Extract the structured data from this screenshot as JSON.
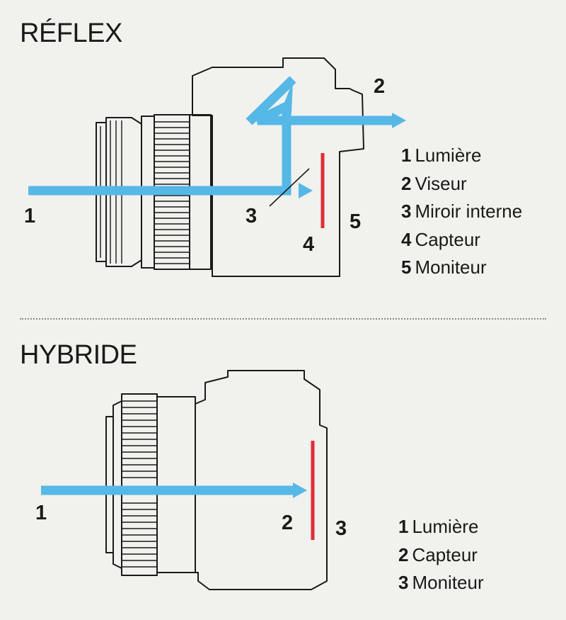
{
  "colors": {
    "light": "#56b8e6",
    "sensor": "#e02d36",
    "outline": "#1a1a1a",
    "background": "#f1f1ee"
  },
  "reflex": {
    "title": "RÉFLEX",
    "callouts": {
      "light": "1",
      "viewfinder": "2",
      "mirror": "3",
      "sensor": "4",
      "monitor": "5"
    },
    "legend": [
      {
        "num": "1",
        "label": "Lumière"
      },
      {
        "num": "2",
        "label": "Viseur"
      },
      {
        "num": "3",
        "label": "Miroir interne"
      },
      {
        "num": "4",
        "label": "Capteur"
      },
      {
        "num": "5",
        "label": "Moniteur"
      }
    ]
  },
  "hybride": {
    "title": "HYBRIDE",
    "callouts": {
      "light": "1",
      "sensor": "2",
      "monitor": "3"
    },
    "legend": [
      {
        "num": "1",
        "label": "Lumière"
      },
      {
        "num": "2",
        "label": "Capteur"
      },
      {
        "num": "3",
        "label": "Moniteur"
      }
    ]
  }
}
